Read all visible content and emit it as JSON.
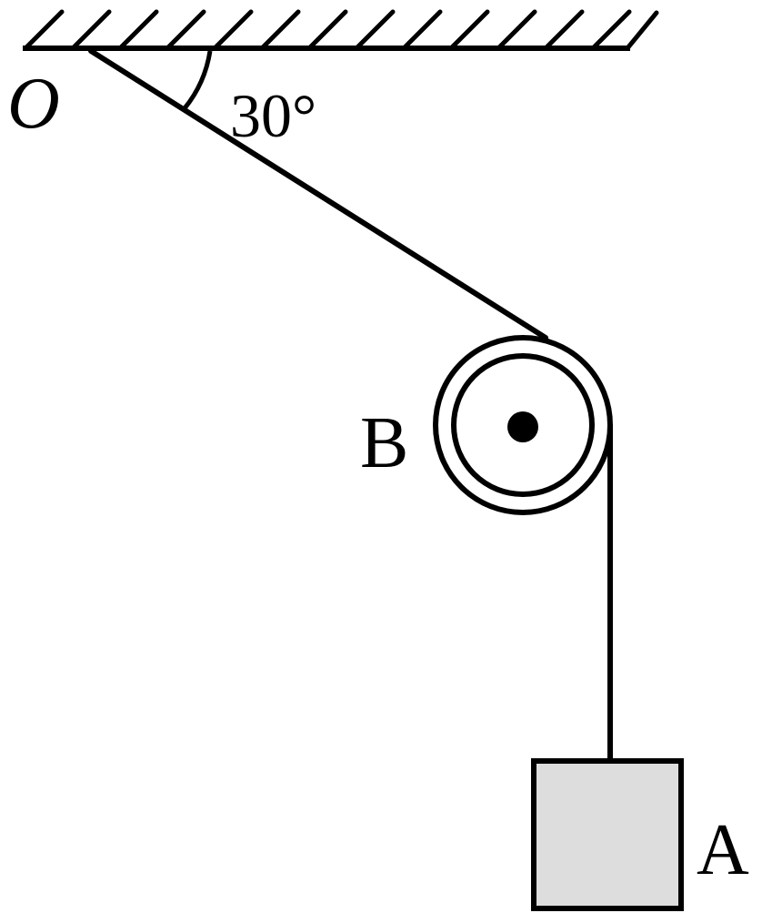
{
  "figure": {
    "angle_label": "30°",
    "point_o_label": "O",
    "pulley_label": "B",
    "block_label": "A",
    "colors": {
      "ink": "#000000",
      "block_fill": "#dddddd",
      "background": "#ffffff"
    }
  }
}
